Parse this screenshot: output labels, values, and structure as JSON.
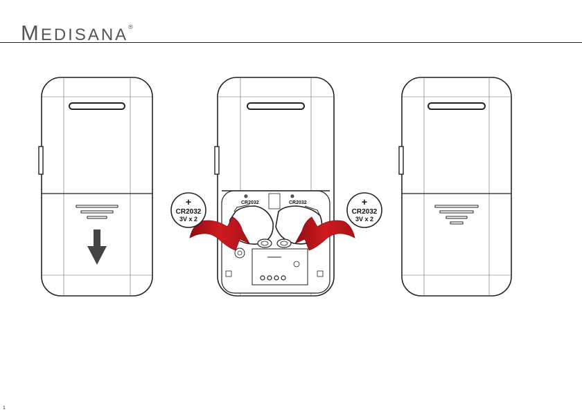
{
  "brand": {
    "name_first": "M",
    "name_rest": "EDISANA",
    "trademark": "®"
  },
  "battery_label": {
    "symbol": "+",
    "type": "CR2032",
    "spec": "3V x 2"
  },
  "compartment_labels": {
    "left_slot": "CR2032",
    "right_slot": "CR2032",
    "slot_symbol": "⊕"
  },
  "colors": {
    "arrow_red": "#c4161c",
    "arrow_red_dark": "#8e0e12",
    "down_arrow": "#444444",
    "outline": "#222222"
  },
  "page_mark": "1"
}
